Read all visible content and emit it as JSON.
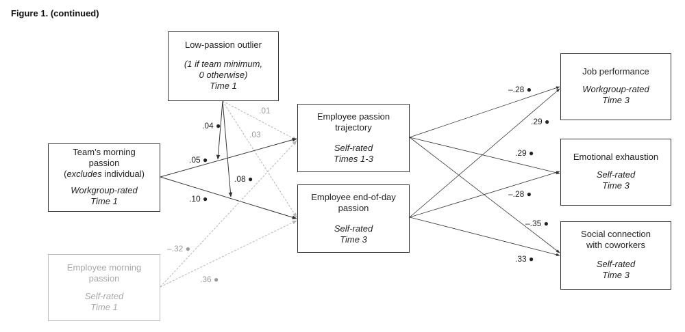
{
  "figure": {
    "label": "Figure 1.",
    "suffix": "(continued)"
  },
  "nodes": {
    "low_passion_outlier": {
      "title": "Low-passion outlier",
      "note_line1": "(1 if team minimum,",
      "note_line2": "0 otherwise)",
      "time": "Time 1"
    },
    "team_morning_passion": {
      "line1": "Team’s morning",
      "line2": "passion",
      "line3_pre": "(",
      "line3_em": "excludes",
      "line3_post": " individual)",
      "rater": "Workgroup-rated",
      "time": "Time 1"
    },
    "employee_morning_passion": {
      "line1": "Employee morning",
      "line2": "passion",
      "rater": "Self-rated",
      "time": "Time 1"
    },
    "employee_passion_trajectory": {
      "line1": "Employee passion",
      "line2": "trajectory",
      "rater": "Self-rated",
      "time": "Times 1-3"
    },
    "employee_end_of_day_passion": {
      "line1": "Employee end-of-day",
      "line2": "passion",
      "rater": "Self-rated",
      "time": "Time 3"
    },
    "job_performance": {
      "title": "Job performance",
      "rater": "Workgroup-rated",
      "time": "Time 3"
    },
    "emotional_exhaustion": {
      "title": "Emotional exhaustion",
      "rater": "Self-rated",
      "time": "Time 3"
    },
    "social_connection": {
      "line1": "Social connection",
      "line2": "with coworkers",
      "rater": "Self-rated",
      "time": "Time 3"
    }
  },
  "coefficients": {
    "outlier_to_trajectory": ".01",
    "outlier_to_endofday": ".03",
    "outlier_moderates_team_trajectory": ".04",
    "outlier_moderates_team_endofday": ".08",
    "team_to_trajectory": ".05",
    "team_to_endofday": ".10",
    "morning_to_trajectory": "–.32",
    "morning_to_endofday": ".36",
    "trajectory_to_performance": "–.28",
    "endofday_to_performance": ".29",
    "trajectory_to_exhaustion": ".29",
    "endofday_to_exhaustion": "–.28",
    "trajectory_to_social": "–.35",
    "endofday_to_social": ".33"
  },
  "colors": {
    "dark": "#333333",
    "muted": "#b5b5b5"
  }
}
